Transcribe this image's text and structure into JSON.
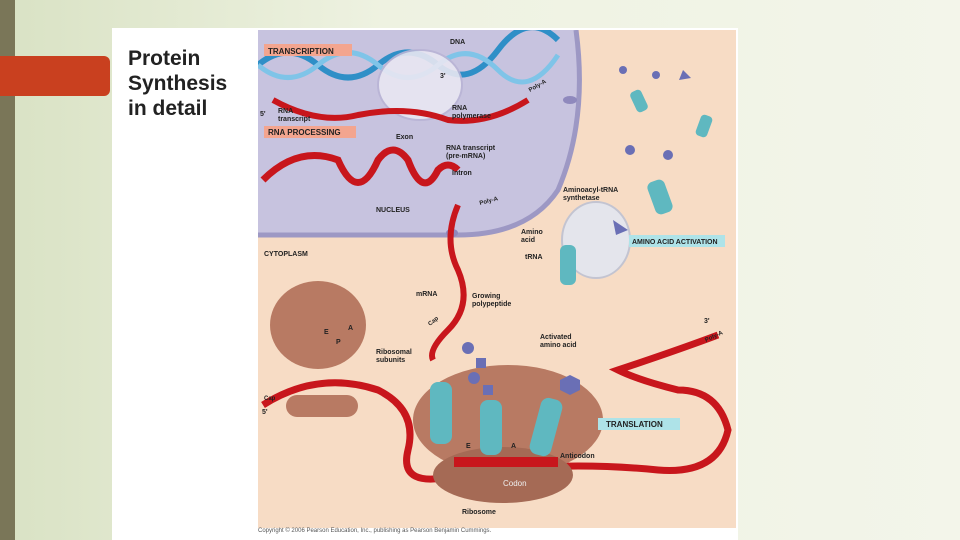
{
  "slide": {
    "title_line1": "Protein",
    "title_line2": "Synthesis",
    "title_line3": "in detail"
  },
  "diagram": {
    "boxes": {
      "transcription": "TRANSCRIPTION",
      "rna_processing": "RNA PROCESSING",
      "amino_acid_activation": "AMINO ACID ACTIVATION",
      "translation": "TRANSLATION"
    },
    "labels": {
      "dna": "DNA",
      "three_prime_top": "3'",
      "five_prime_top": "5'",
      "rna_transcript_1": "RNA",
      "rna_transcript_2": "transcript",
      "rna_polymerase_1": "RNA",
      "rna_polymerase_2": "polymerase",
      "exon": "Exon",
      "pre_mrna_1": "RNA transcript",
      "pre_mrna_2": "(pre-mRNA)",
      "intron": "Intron",
      "nucleus": "NUCLEUS",
      "cytoplasm": "CYTOPLASM",
      "aminoacyl_1": "Aminoacyl-tRNA",
      "aminoacyl_2": "synthetase",
      "amino_acid_1": "Amino",
      "amino_acid_2": "acid",
      "trna": "tRNA",
      "mrna": "mRNA",
      "growing_1": "Growing",
      "growing_2": "polypeptide",
      "activated_1": "Activated",
      "activated_2": "amino acid",
      "ribosomal_1": "Ribosomal",
      "ribosomal_2": "subunits",
      "three_prime_right": "3'",
      "five_prime_left": "5'",
      "anticodon": "Anticodon",
      "codon": "Codon",
      "ribosome": "Ribosome",
      "site_e_small": "E",
      "site_p_small": "P",
      "site_a_small": "A",
      "site_e_main": "E",
      "site_a_main": "A",
      "poly_a_1": "Poly-A",
      "poly_a_2": "Poly-A",
      "poly_a_3": "Poly-A",
      "cap_1": "Cap",
      "cap_2": "Cap"
    },
    "copyright": "Copyright © 2006 Pearson Education, Inc., publishing as Pearson Benjamin Cummings."
  },
  "colors": {
    "nucleus": "#c7c3df",
    "cytoplasm": "#f7dcc5",
    "rna": "#c8161c",
    "dna": "#2f8fc7",
    "ribosome": "#b87a63",
    "trna": "#5fb8c0",
    "label_box": "#f3a58f",
    "amino_acid": "#6a6fb5"
  }
}
